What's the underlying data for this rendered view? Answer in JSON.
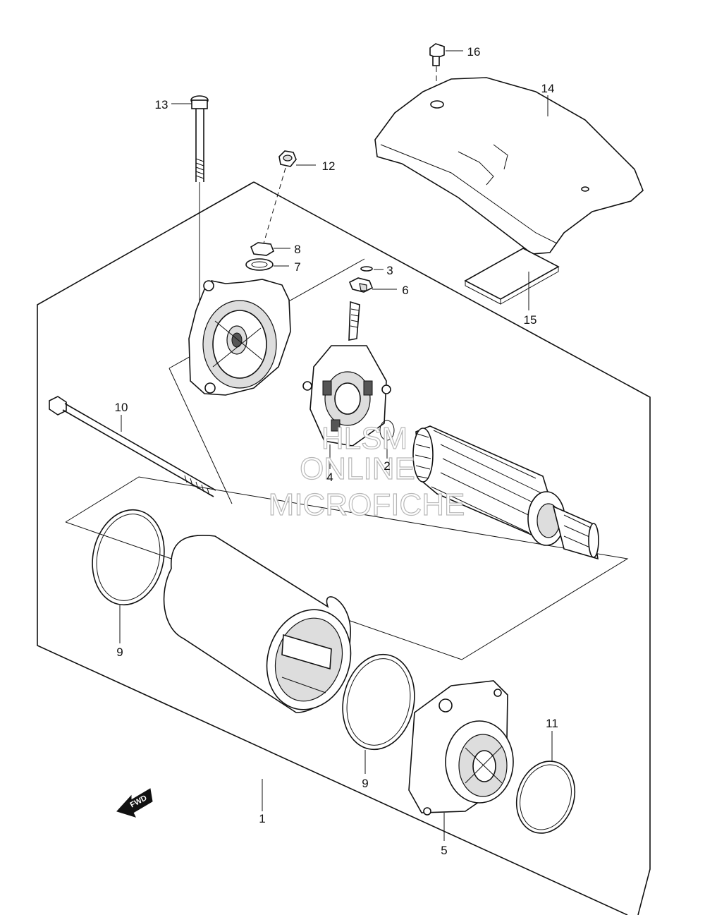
{
  "callouts": [
    {
      "id": "c1",
      "label": "1"
    },
    {
      "id": "c2",
      "label": "2"
    },
    {
      "id": "c3",
      "label": "3"
    },
    {
      "id": "c4",
      "label": "4"
    },
    {
      "id": "c5",
      "label": "5"
    },
    {
      "id": "c6",
      "label": "6"
    },
    {
      "id": "c7",
      "label": "7"
    },
    {
      "id": "c8",
      "label": "8"
    },
    {
      "id": "c9a",
      "label": "9"
    },
    {
      "id": "c9b",
      "label": "9"
    },
    {
      "id": "c10",
      "label": "10"
    },
    {
      "id": "c11",
      "label": "11"
    },
    {
      "id": "c12",
      "label": "12"
    },
    {
      "id": "c13",
      "label": "13"
    },
    {
      "id": "c14",
      "label": "14"
    },
    {
      "id": "c15",
      "label": "15"
    },
    {
      "id": "c16",
      "label": "16"
    }
  ],
  "direction_arrow": {
    "label": "FWD"
  },
  "watermark": {
    "line1": "HLSM",
    "line2": "ONLINE",
    "line3": "MICROFICHE"
  }
}
